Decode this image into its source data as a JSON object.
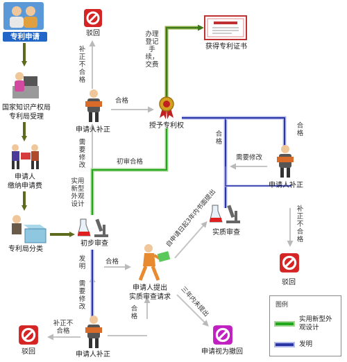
{
  "nodes": {
    "apply": "专利申请",
    "accept_line1": "国家知识产权局",
    "accept_line2": "专利局受理",
    "pay_line1": "申请人",
    "pay_line2": "缴纳申请费",
    "classify": "专利局分类",
    "prelim": "初步审查",
    "correction_top": "申请人补正",
    "reject_top": "驳回",
    "grant": "授予专利权",
    "certificate": "获得专利证书",
    "correction_right": "申请人补正",
    "reject_right": "驳回",
    "substantive": "实质审查",
    "request_line1": "申请人提出",
    "request_line2": "实质审查请求",
    "withdrawn": "申请视为撤回",
    "correction_bottom": "申请人补正",
    "reject_bottom": "驳回"
  },
  "edges": {
    "not_corrected_top": "补正不合格",
    "pass_top": "合格",
    "needs_mod_left": "需要修改",
    "utility_design": "实用新型外观设计",
    "prelim_pass": "初审合格",
    "register": "办理登记手续，交费",
    "pass_right": "合格",
    "substantive_pass": "合格",
    "needs_mod_right": "需要修改",
    "not_corrected_right": "补正不合格",
    "within_3_years": "自申请日起3年内书面提出",
    "invention": "发明",
    "pass_mid": "合格",
    "needs_mod_bottom": "需要修改",
    "not_submitted": "三年内未提出",
    "pass_bottom": "合格",
    "not_corrected_bottom": "补正不合格"
  },
  "legend": {
    "title": "图例",
    "utility": "实用新型外观设计",
    "invention": "发明"
  },
  "colors": {
    "flow_arrow": "#5c6b1e",
    "utility_line": "#22a81c",
    "invention_line": "#2b36a6",
    "gray_arrow": "#c4c4c4",
    "reject_red": "#d42424",
    "withdraw_magenta": "#c020c0"
  },
  "icons": [
    "people-icon",
    "office-worker-icon",
    "porter-icon",
    "box-icon",
    "flask-microscope-icon",
    "person-icon",
    "ban-icon",
    "certificate-icon",
    "medal-icon",
    "running-man-icon"
  ]
}
